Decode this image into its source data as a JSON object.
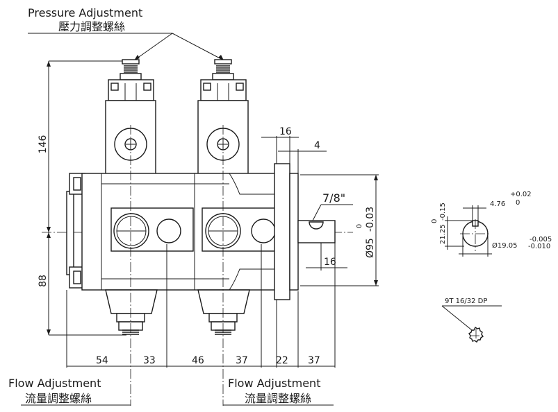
{
  "labels": {
    "pressure_en": "Pressure  Adjustment",
    "pressure_zh": "壓力調整螺絲",
    "flow_en": "Flow  Adjustment",
    "flow_zh": "流量調整螺絲",
    "flow2_en": "Flow  Adjustment",
    "flow2_zh": "流量調整螺絲",
    "spline": "9T  16/32  DP"
  },
  "dimensions": {
    "h_top": "146",
    "h_bottom": "88",
    "shaft_w16": "16",
    "flange_4": "4",
    "shaft_7_8": "7/8\"",
    "shaft_16": "16",
    "dia_95": "Ø95",
    "dia_95_tol": "0\n-0.03",
    "dia_tol_upper": "0",
    "dia_tol_lower": "-0.03",
    "bottom": [
      "54",
      "33",
      "46",
      "37",
      "22",
      "37"
    ],
    "key_width": "4.76",
    "key_width_tol_upper": "+0.02",
    "key_width_tol_lower": "0",
    "key_height": "21.25",
    "key_height_tol_upper": "0",
    "key_height_tol_lower": "-0.15",
    "shaft_dia": "Ø19.05",
    "shaft_dia_tol_upper": "-0.005",
    "shaft_dia_tol_lower": "-0.010"
  }
}
